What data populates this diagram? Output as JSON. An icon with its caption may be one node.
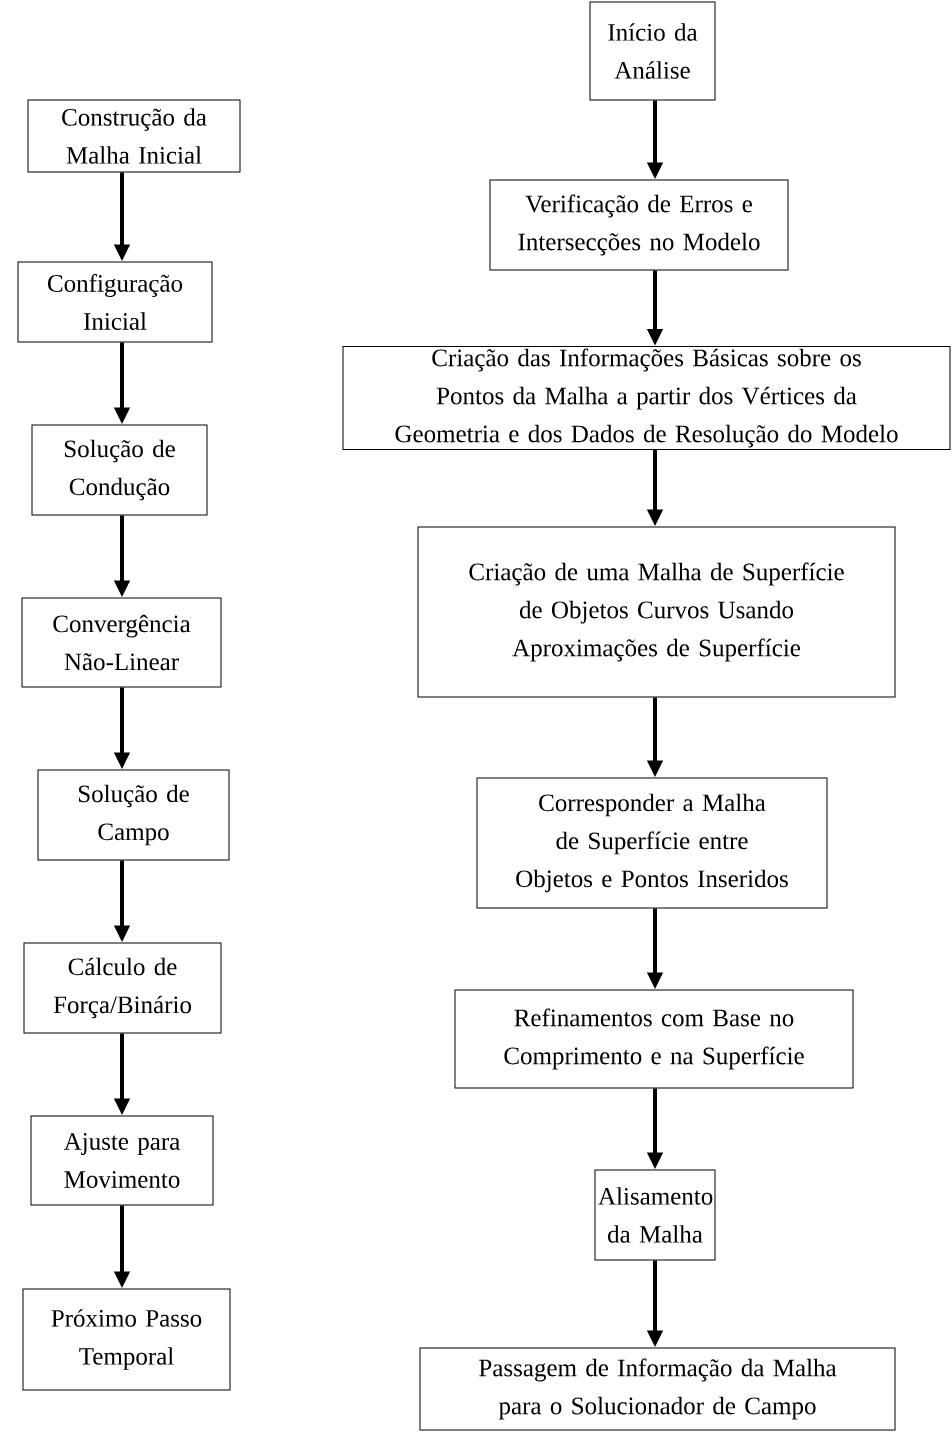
{
  "diagram": {
    "nodes": [
      {
        "text": [
          "Construção da Malha Inicial"
        ]
      },
      {
        "text": [
          "Configuração Inicial"
        ]
      },
      {
        "text": [
          "Solução de Condução"
        ]
      },
      {
        "text": [
          "Convergência Não-Linear"
        ]
      },
      {
        "text": [
          "Solução de Campo"
        ]
      },
      {
        "text": [
          "Cálculo de Força/Binário"
        ]
      },
      {
        "text": [
          "Ajuste para Movimento"
        ]
      },
      {
        "text": [
          "Próximo Passo Temporal"
        ]
      },
      {
        "text": [
          "Início da Análise"
        ]
      },
      {
        "text": [
          "Verificação de Erros e Intersecções no Modelo"
        ]
      },
      {
        "text": [
          "Criação das Informações Básicas sobre os Pontos da Malha a partir dos Vértices da Geometria e dos Dados de Resolução do Modelo"
        ]
      },
      {
        "text": [
          "Criação de uma Malha de Superfície de Objetos Curvos Usando Aproximações de Superfície"
        ]
      },
      {
        "text": [
          "Corresponder a Malha de Superfície entre Objetos e Pontos Inseridos"
        ]
      },
      {
        "text": [
          "Refinamentos com Base no Comprimento e na Superfície"
        ]
      },
      {
        "text": [
          "Alisamento da Malha"
        ]
      },
      {
        "text": [
          "Passagem de Informação da Malha para o Solucionador de Campo"
        ]
      }
    ],
    "edges": [
      {
        "from": 0,
        "to": 1,
        "arrow": "to"
      },
      {
        "from": 1,
        "to": 2,
        "arrow": "to"
      },
      {
        "from": 2,
        "to": 3,
        "arrow": "to"
      },
      {
        "from": 3,
        "to": 4,
        "arrow": "to"
      },
      {
        "from": 4,
        "to": 5,
        "arrow": "to"
      },
      {
        "from": 5,
        "to": 6,
        "arrow": "to"
      },
      {
        "from": 6,
        "to": 7,
        "arrow": "to"
      },
      {
        "from": 8,
        "to": 9,
        "arrow": "to"
      },
      {
        "from": 9,
        "to": 10,
        "arrow": "to"
      },
      {
        "from": 10,
        "to": 11,
        "arrow": "to"
      },
      {
        "from": 11,
        "to": 12,
        "arrow": "to"
      },
      {
        "from": 12,
        "to": 13,
        "arrow": "to"
      },
      {
        "from": 13,
        "to": 14,
        "arrow": "to"
      },
      {
        "from": 14,
        "to": 15,
        "arrow": "to"
      }
    ]
  }
}
